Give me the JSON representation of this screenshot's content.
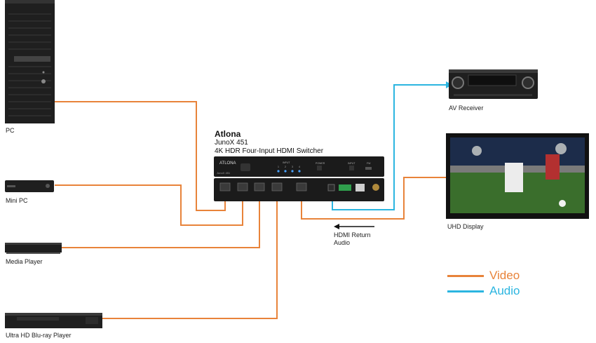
{
  "devices": {
    "pc": "PC",
    "mini_pc": "Mini PC",
    "media_player": "Media Player",
    "bluray": "Ultra HD Blu-ray Player",
    "av_receiver": "AV Receiver",
    "uhd_display": "UHD Display"
  },
  "switcher": {
    "brand": "Atlona",
    "model": "JunoX 451",
    "description": "4K HDR Four-Input HDMI Switcher",
    "front_logo": "ATLONA",
    "front_model": "JunoX 451",
    "input_label": "INPUT",
    "input_numbers": [
      "1",
      "2",
      "3",
      "4"
    ],
    "power_label": "POWER",
    "fw_label": "FW"
  },
  "return_audio": {
    "line1": "HDMI Return",
    "line2": "Audio"
  },
  "legend": [
    {
      "label": "Video",
      "color": "#e8833a"
    },
    {
      "label": "Audio",
      "color": "#2bb5e0"
    }
  ],
  "colors": {
    "video": "#e8833a",
    "audio": "#2bb5e0",
    "device_body": "#1b1b1b"
  }
}
